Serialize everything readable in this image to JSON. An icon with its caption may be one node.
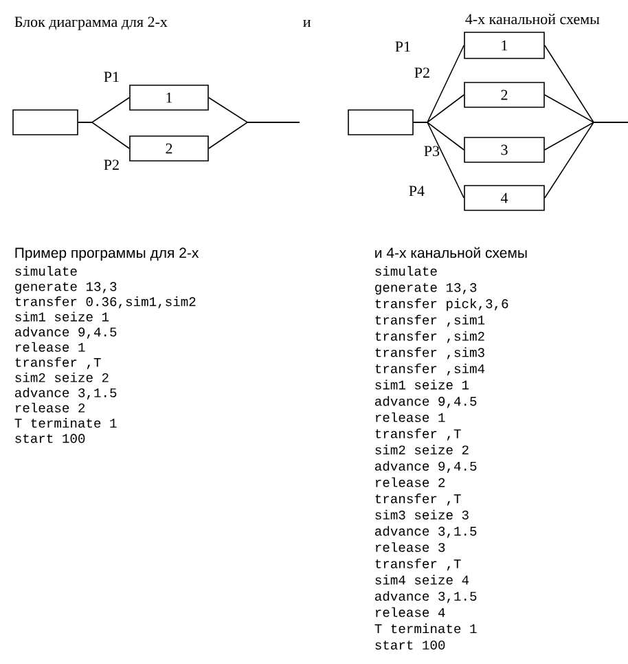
{
  "diagram": {
    "nodes": [
      {
        "text": [],
        "shape": "box"
      },
      {
        "text": [
          "1"
        ]
      },
      {
        "text": [
          "2"
        ]
      },
      {
        "text": [],
        "shape": "box"
      },
      {
        "text": [
          "1"
        ]
      },
      {
        "text": [
          "2"
        ]
      },
      {
        "text": [
          "3"
        ]
      },
      {
        "text": [
          "4"
        ]
      }
    ],
    "edges": [
      {
        "from": 0,
        "to": 1,
        "arrow": "none"
      },
      {
        "from": 0,
        "to": 2,
        "arrow": "none"
      },
      {
        "from": 1,
        "to": null,
        "arrow": "none"
      },
      {
        "from": 2,
        "to": null,
        "arrow": "none"
      },
      {
        "from": 3,
        "to": 4,
        "arrow": "none"
      },
      {
        "from": 3,
        "to": 5,
        "arrow": "none"
      },
      {
        "from": 3,
        "to": 6,
        "arrow": "none"
      },
      {
        "from": 3,
        "to": 7,
        "arrow": "none"
      },
      {
        "from": 4,
        "to": null,
        "arrow": "none"
      },
      {
        "from": 5,
        "to": null,
        "arrow": "none"
      },
      {
        "from": 6,
        "to": null,
        "arrow": "none"
      },
      {
        "from": 7,
        "to": null,
        "arrow": "none"
      }
    ],
    "labels": [
      "Блок диаграмма для 2-х",
      "и",
      "4-х канальной схемы",
      "P1",
      "P2",
      "P1",
      "P2",
      "P3",
      "P4",
      "Пример программы для 2-х",
      "simulate",
      "generate 13,3",
      "transfer 0.36,sim1,sim2",
      "sim1 seize 1",
      "advance 9,4.5",
      "release 1",
      "transfer ,T",
      "sim2 seize 2",
      "advance 3,1.5",
      "release 2",
      "T terminate 1",
      "start 100",
      "и 4-х канальной схемы",
      "simulate",
      "generate 13,3",
      "transfer pick,3,6",
      "transfer ,sim1",
      "transfer ,sim2",
      "transfer ,sim3",
      "transfer ,sim4",
      "sim1 seize 1",
      "advance 9,4.5",
      "release 1",
      "transfer ,T",
      "sim2 seize 2",
      "advance 9,4.5",
      "release 2",
      "transfer ,T",
      "sim3 seize 3",
      "advance 3,1.5",
      "release 3",
      "transfer ,T",
      "sim4 seize 4",
      "advance 3,1.5",
      "release 4",
      "T terminate 1",
      "start 100"
    ]
  }
}
